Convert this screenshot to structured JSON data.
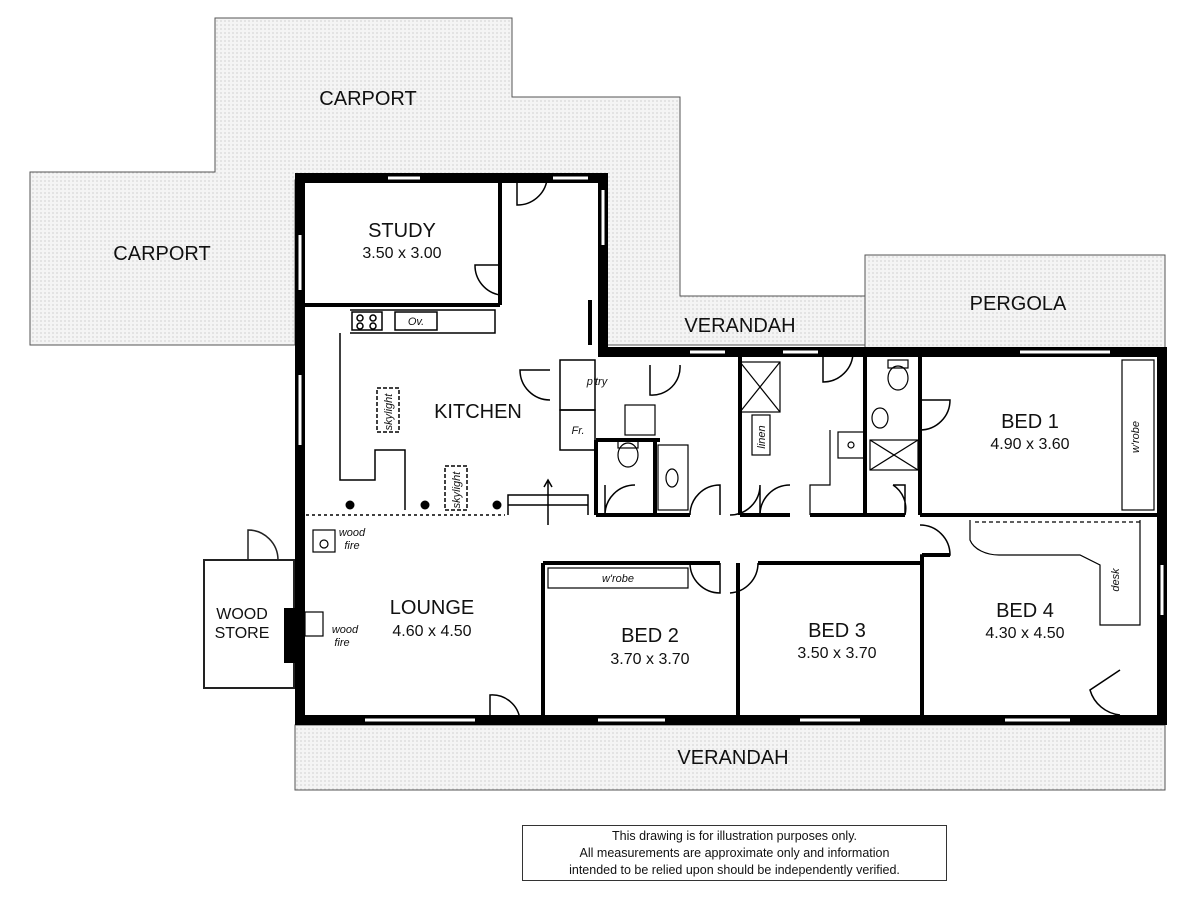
{
  "outdoor": {
    "carport_top": "CARPORT",
    "carport_left": "CARPORT",
    "verandah_top": "VERANDAH",
    "pergola": "PERGOLA",
    "verandah_bottom": "VERANDAH",
    "wood_store_line1": "WOOD",
    "wood_store_line2": "STORE"
  },
  "rooms": {
    "study": {
      "name": "STUDY",
      "size": "3.50 x 3.00"
    },
    "kitchen": {
      "name": "KITCHEN"
    },
    "bed1": {
      "name": "BED 1",
      "size": "4.90 x 3.60"
    },
    "lounge": {
      "name": "LOUNGE",
      "size": "4.60 x 4.50"
    },
    "bed2": {
      "name": "BED 2",
      "size": "3.70 x 3.70"
    },
    "bed3": {
      "name": "BED 3",
      "size": "3.50 x 3.70"
    },
    "bed4": {
      "name": "BED 4",
      "size": "4.30 x 4.50"
    }
  },
  "fixtures": {
    "oven": "Ov.",
    "pantry": "p'try",
    "fridge": "Fr.",
    "linen": "linen",
    "skylight_1": "skylight",
    "skylight_2": "skylight",
    "wood_fire_1_line1": "wood",
    "wood_fire_1_line2": "fire",
    "wood_fire_2_line1": "wood",
    "wood_fire_2_line2": "fire",
    "wrobe_bed1": "w'robe",
    "wrobe_bed2": "w'robe",
    "desk": "desk"
  },
  "disclaimer": {
    "line1": "This drawing is for illustration purposes only.",
    "line2": "All measurements are approximate only and information",
    "line3": "intended to be relied upon should be independently verified."
  }
}
